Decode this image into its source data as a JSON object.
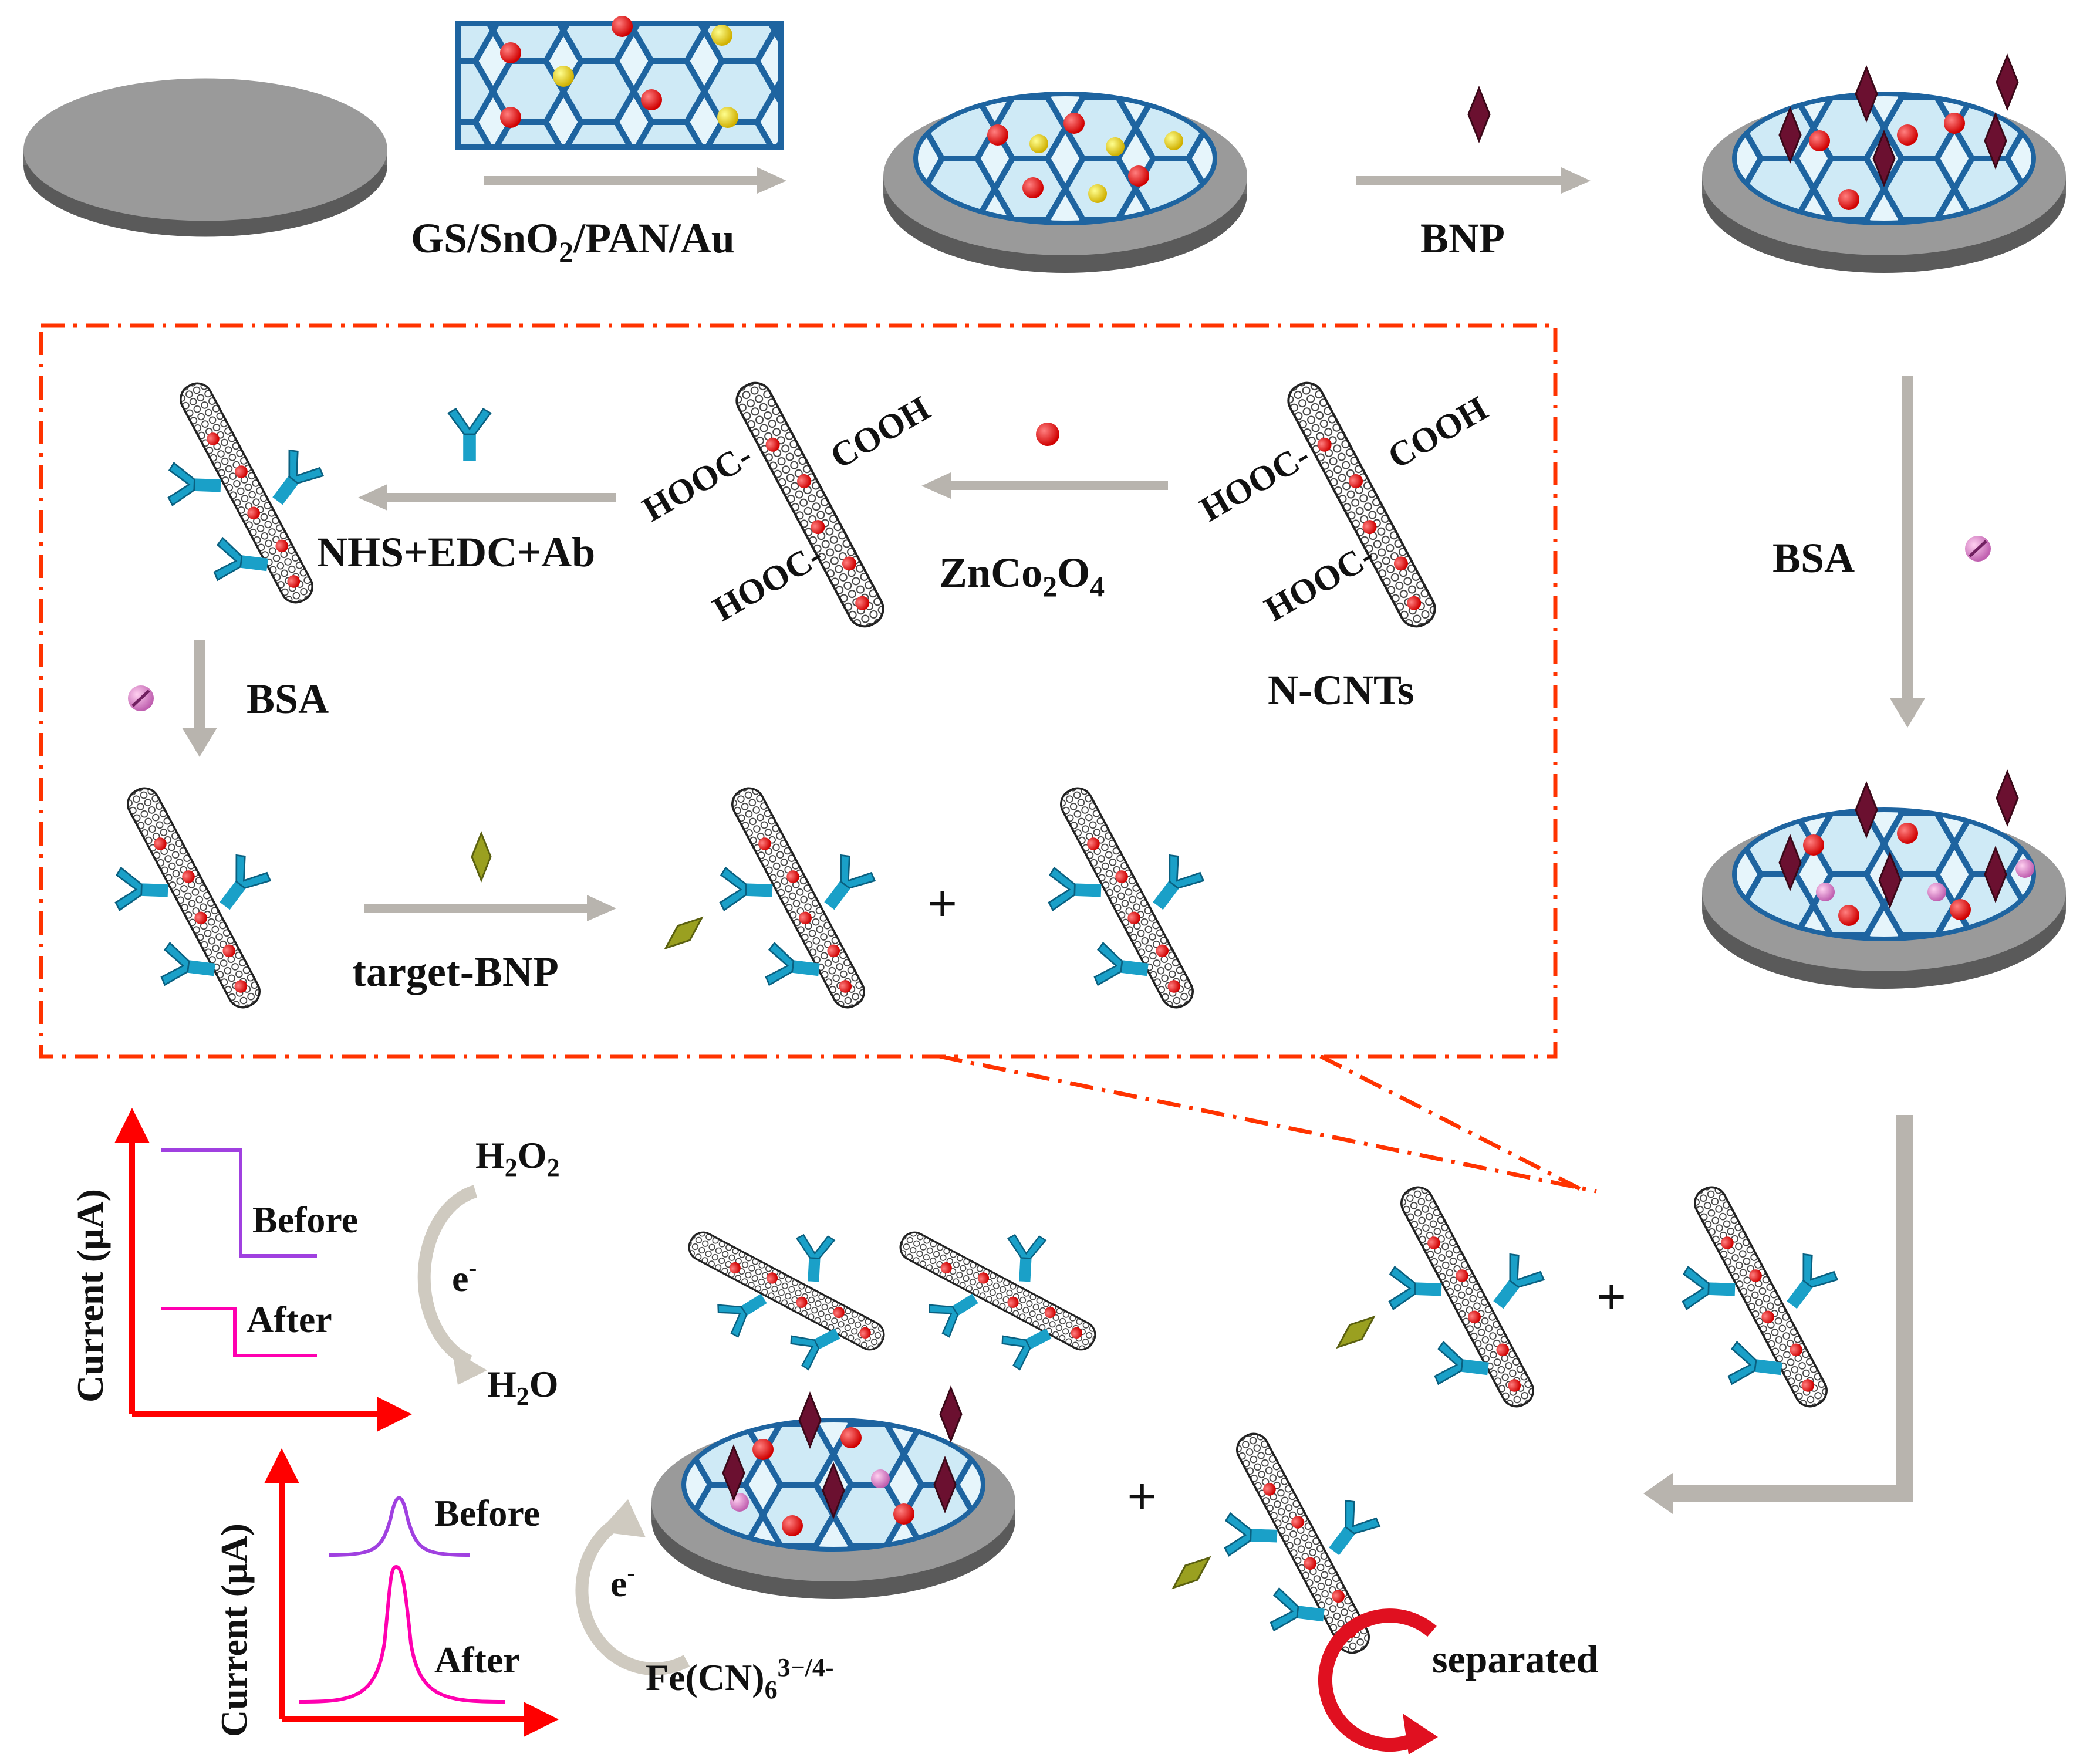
{
  "labels": {
    "gs_label": "GS/SnO",
    "gs_sub": "2",
    "gs_rest": "/PAN/Au",
    "bnp": "BNP",
    "bsa_right": "BSA",
    "nhs": "NHS+EDC+Ab",
    "zn_a": "ZnCo",
    "zn_b": "2",
    "zn_c": "O",
    "zn_d": "4",
    "ncnts": "N-CNTs",
    "hooc_1": "HOOC-",
    "cooh_1": "COOH",
    "hooc_2": "HOOC-",
    "hooc_3": "HOOC-",
    "cooh_2": "COOH",
    "hooc_4": "HOOC-",
    "bsa_inner": "BSA",
    "target_bnp": "target-BNP",
    "plus": "+",
    "h2o2_a": "H",
    "h2o2_b": "2",
    "h2o2_c": "O",
    "h2o2_d": "2",
    "eminus_top": "e",
    "eminus_sup": "-",
    "h2o_a": "H",
    "h2o_b": "2",
    "h2o_c": "O",
    "before_1": "Before",
    "after_1": "After",
    "current_1": "Current (μA)",
    "before_2": "Before",
    "after_2": "After",
    "current_2": "Current (μA)",
    "eminus_bottom": "e",
    "eminus_bottom_sup": "-",
    "fecn_a": "Fe(CN)",
    "fecn_b": "6",
    "fecn_c": "3−/4-",
    "separated": "separated"
  },
  "colors": {
    "arrow_gray": "#b8b4ae",
    "dashed_box": "#ff3300",
    "disk_gray": "#9a9a9a",
    "hex_blue": "#1e64a0",
    "antibody": "#1aa0c8",
    "bnp_diamond": "#6b1030",
    "target_diamond": "#9aa020",
    "axis_red": "#ff0000",
    "before_trace": "#a040e0",
    "after_trace": "#ff00b0"
  }
}
